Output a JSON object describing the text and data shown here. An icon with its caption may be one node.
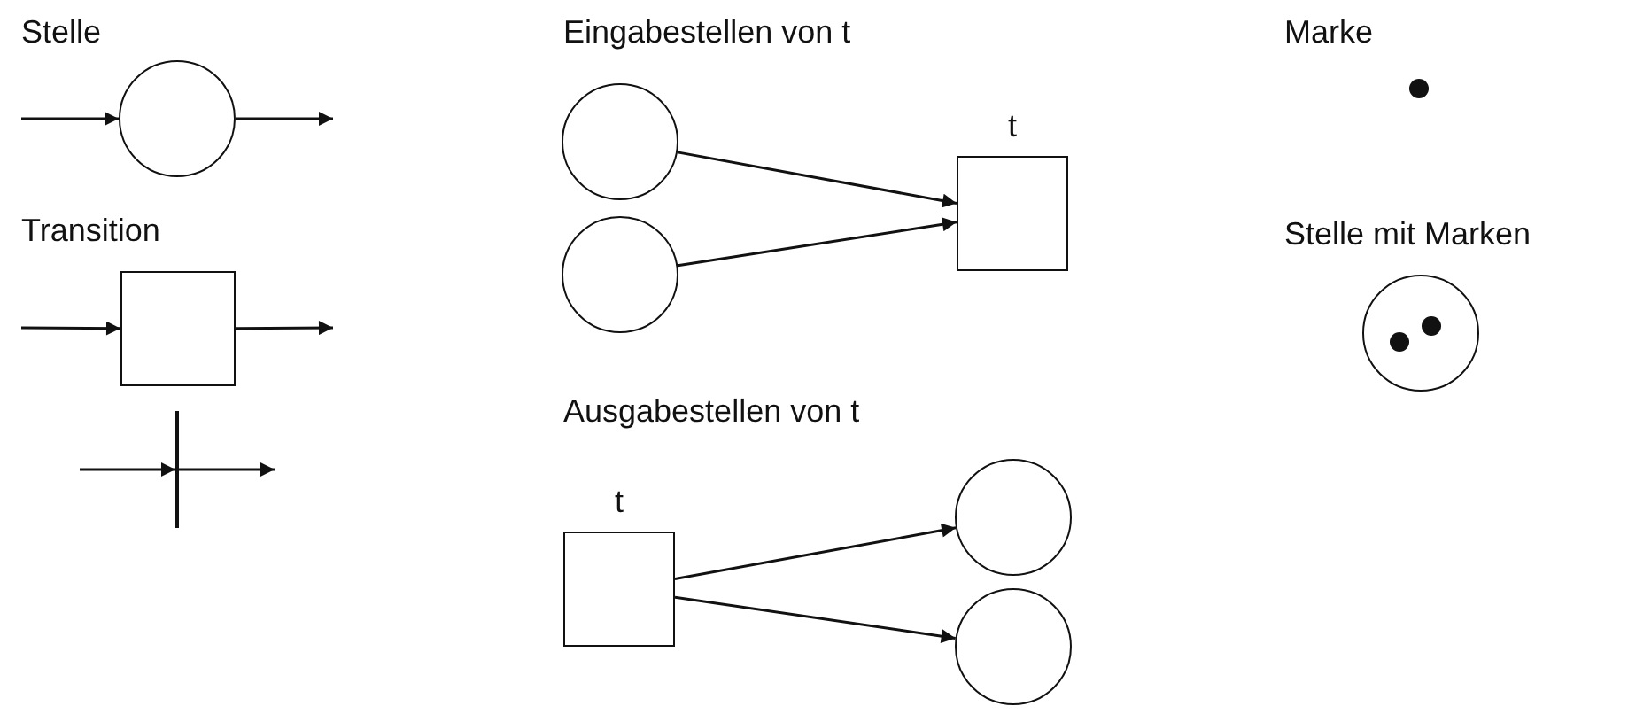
{
  "diagram": {
    "nodes": [
      {
        "text": [],
        "shape": "circle"
      },
      {
        "text": [],
        "shape": "box"
      },
      {
        "text": [],
        "shape": "bar"
      },
      {
        "text": [],
        "shape": "circle"
      },
      {
        "text": [],
        "shape": "circle"
      },
      {
        "text": [
          "t"
        ]
      },
      {
        "text": [
          "t"
        ]
      },
      {
        "text": [],
        "shape": "circle"
      },
      {
        "text": [],
        "shape": "circle"
      },
      {
        "text": [],
        "shape": "circle"
      }
    ],
    "edges": [
      {
        "from": null,
        "to": 0,
        "arrow": "to"
      },
      {
        "from": 0,
        "to": null,
        "arrow": "to"
      },
      {
        "from": null,
        "to": 1,
        "arrow": "to"
      },
      {
        "from": 1,
        "to": null,
        "arrow": "to"
      },
      {
        "from": null,
        "to": 2,
        "arrow": "to"
      },
      {
        "from": 2,
        "to": null,
        "arrow": "to"
      },
      {
        "from": 3,
        "to": 5,
        "arrow": "to"
      },
      {
        "from": 4,
        "to": 5,
        "arrow": "to"
      },
      {
        "from": 6,
        "to": 7,
        "arrow": "to"
      },
      {
        "from": 6,
        "to": 8,
        "arrow": "to"
      }
    ],
    "labels": [
      "Stelle",
      "Eingabestellen von t",
      "Marke",
      "Transition",
      "Stelle mit Marken",
      "Ausgabestellen von t"
    ]
  }
}
